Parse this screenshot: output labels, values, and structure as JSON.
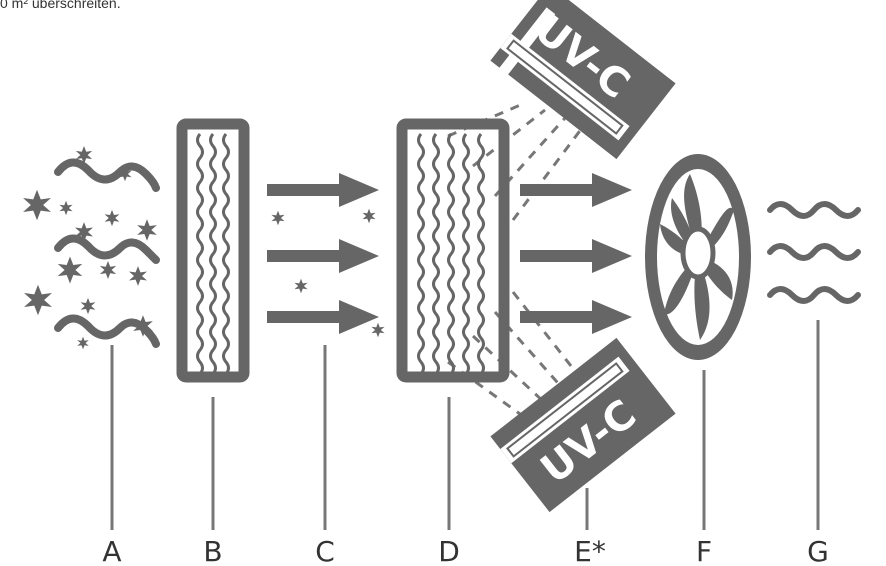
{
  "caption_fragment": "0 m² überschreiten.",
  "uv_label": "UV-C",
  "stage_labels": {
    "a": "A",
    "b": "B",
    "c": "C",
    "d": "D",
    "e": "E*",
    "f": "F",
    "g": "G"
  },
  "colors": {
    "ink": "#666666",
    "line": "#777777",
    "text": "#333333",
    "background": "#ffffff"
  }
}
